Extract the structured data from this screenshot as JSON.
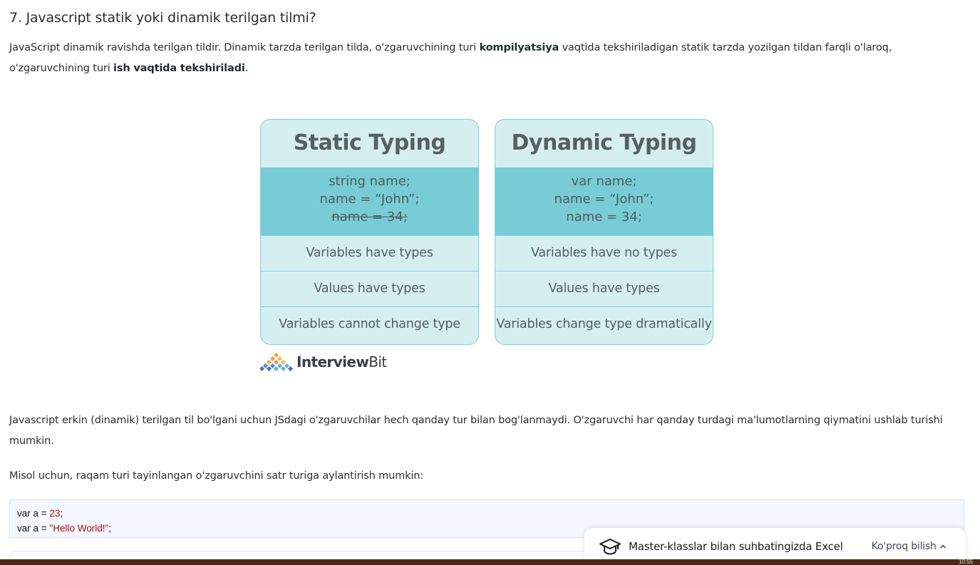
{
  "article": {
    "heading": "7. Javascript statik yoki dinamik terilgan tilmi?",
    "intro": {
      "part1": "JavaScript dinamik ravishda terilgan tildir. Dinamik tarzda terilgan tilda, o'zgaruvchining turi ",
      "bold1": "kompilyatsiya",
      "part2": " vaqtida tekshiriladigan statik tarzda yozilgan tildan farqli o'laroq, o'zgaruvchining turi ",
      "bold2": "ish vaqtida tekshiriladi",
      "part3": "."
    },
    "paragraph2": "Javascript erkin (dinamik) terilgan til bo'lgani uchun JSdagi o'zgaruvchilar hech qanday tur bilan bog'lanmaydi. O'zgaruvchi har qanday turdagi ma'lumotlarning qiymatini ushlab turishi mumkin.",
    "paragraph3": "Misol uchun, raqam turi tayinlangan o'zgaruvchini satr turiga aylantirish mumkin:"
  },
  "figure": {
    "static": {
      "title": "Static Typing",
      "code": [
        "string name;",
        "name = “John”;",
        "name = 34;"
      ],
      "rows": [
        "Variables have types",
        "Values have types",
        "Variables cannot change type"
      ]
    },
    "dynamic": {
      "title": "Dynamic Typing",
      "code": [
        "var name;",
        "name = “John”;",
        "name = 34;"
      ],
      "rows": [
        "Variables have no types",
        "Values have types",
        "Variables change type dramatically"
      ]
    },
    "logo": {
      "bold": "Interview",
      "regular": "Bit"
    },
    "colors": {
      "card_bg": "#d5eff1",
      "code_bg": "#78ccd6",
      "border": "#7dcfd8"
    }
  },
  "code_block": {
    "line1": {
      "kw": "var",
      "mid": " a = ",
      "value": "23",
      "end": ";"
    },
    "line2": {
      "kw": "var",
      "mid": " a = ",
      "value": "\"Hello World!\"",
      "end": ";"
    }
  },
  "toast": {
    "icon": "graduation-cap-icon",
    "text": "Master-klasslar bilan suhbatingizda Excel",
    "link": "Ko'proq bilish"
  },
  "taskbar": {
    "time": "10:55"
  }
}
